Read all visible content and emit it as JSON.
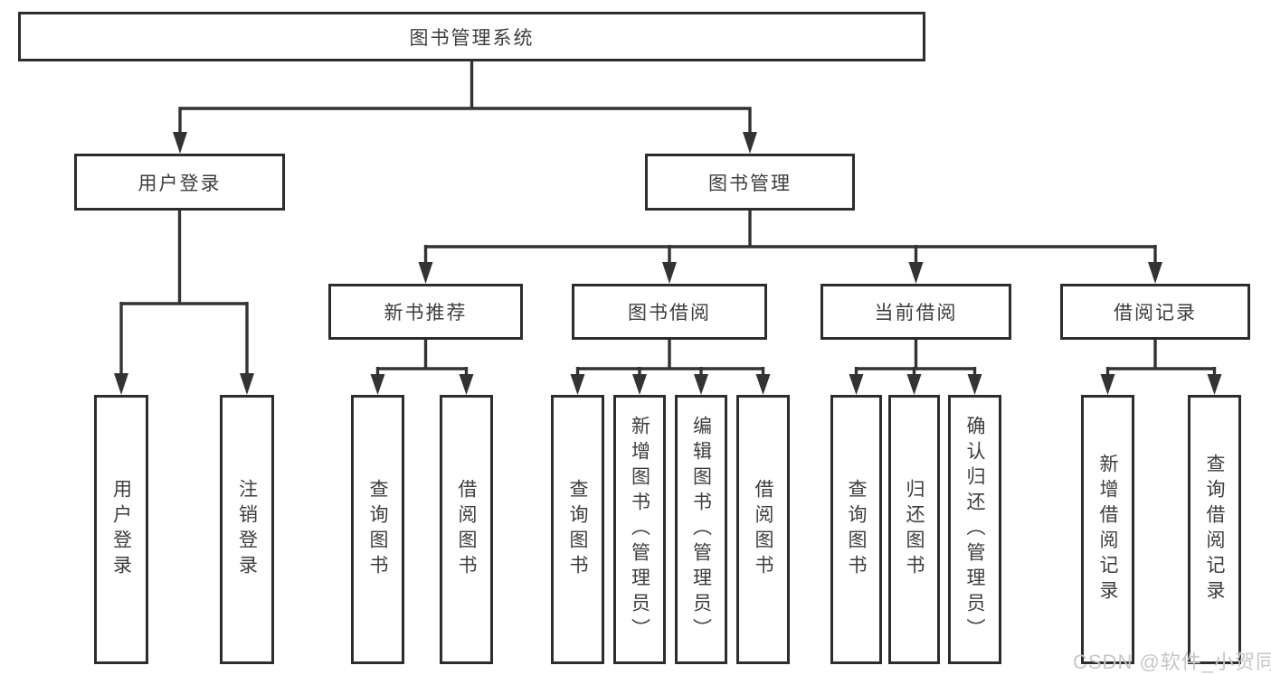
{
  "tree": {
    "label": "图书管理系统",
    "children": [
      {
        "label": "用户登录",
        "children": [
          {
            "label": "用户登录"
          },
          {
            "label": "注销登录"
          }
        ]
      },
      {
        "label": "图书管理",
        "children": [
          {
            "label": "新书推荐",
            "children": [
              {
                "label": "查询图书"
              },
              {
                "label": "借阅图书"
              }
            ]
          },
          {
            "label": "图书借阅",
            "children": [
              {
                "label": "查询图书"
              },
              {
                "label": "新增图书（管理员）"
              },
              {
                "label": "编辑图书（管理员）"
              },
              {
                "label": "借阅图书"
              }
            ]
          },
          {
            "label": "当前借阅",
            "children": [
              {
                "label": "查询图书"
              },
              {
                "label": "归还图书"
              },
              {
                "label": "确认归还（管理员）"
              }
            ]
          },
          {
            "label": "借阅记录",
            "children": [
              {
                "label": "新增借阅记录"
              },
              {
                "label": "查询借阅记录"
              }
            ]
          }
        ]
      }
    ]
  },
  "watermark": {
    "text": "CSDN @软件_小贺同学"
  },
  "colors": {
    "line": "#333333",
    "box_border": "#2d2d2d",
    "text": "#3d3d3d",
    "watermark": "#c6c6c6",
    "background": "#ffffff"
  }
}
